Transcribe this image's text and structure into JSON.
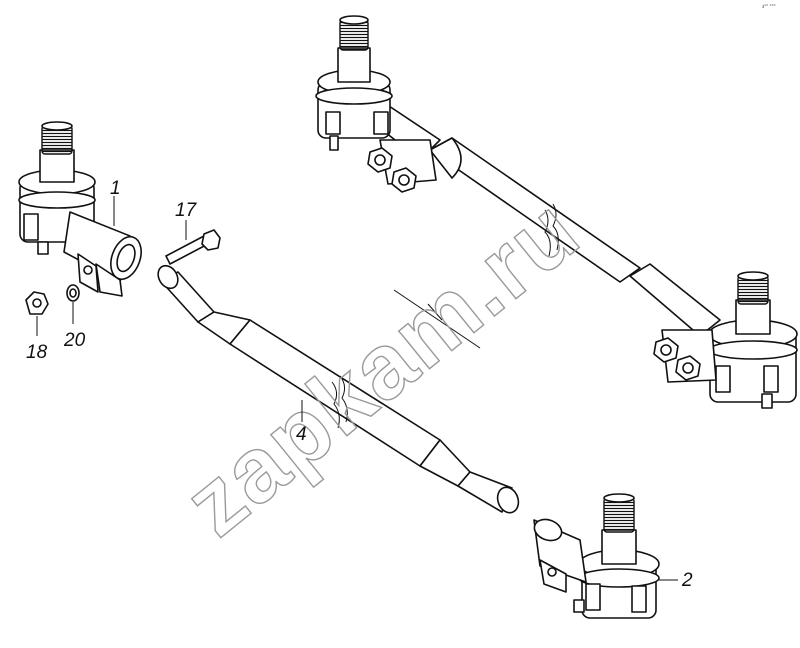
{
  "corner_mark": "з°° °°°",
  "watermark": "zapkam.ru",
  "callouts": [
    {
      "id": "1"
    },
    {
      "id": "17"
    },
    {
      "id": "18"
    },
    {
      "id": "20"
    },
    {
      "id": "4"
    },
    {
      "id": "2"
    }
  ],
  "labels": {
    "part_1": "1",
    "part_17": "17",
    "part_18": "18",
    "part_20": "20",
    "part_4": "4",
    "part_2": "2"
  }
}
